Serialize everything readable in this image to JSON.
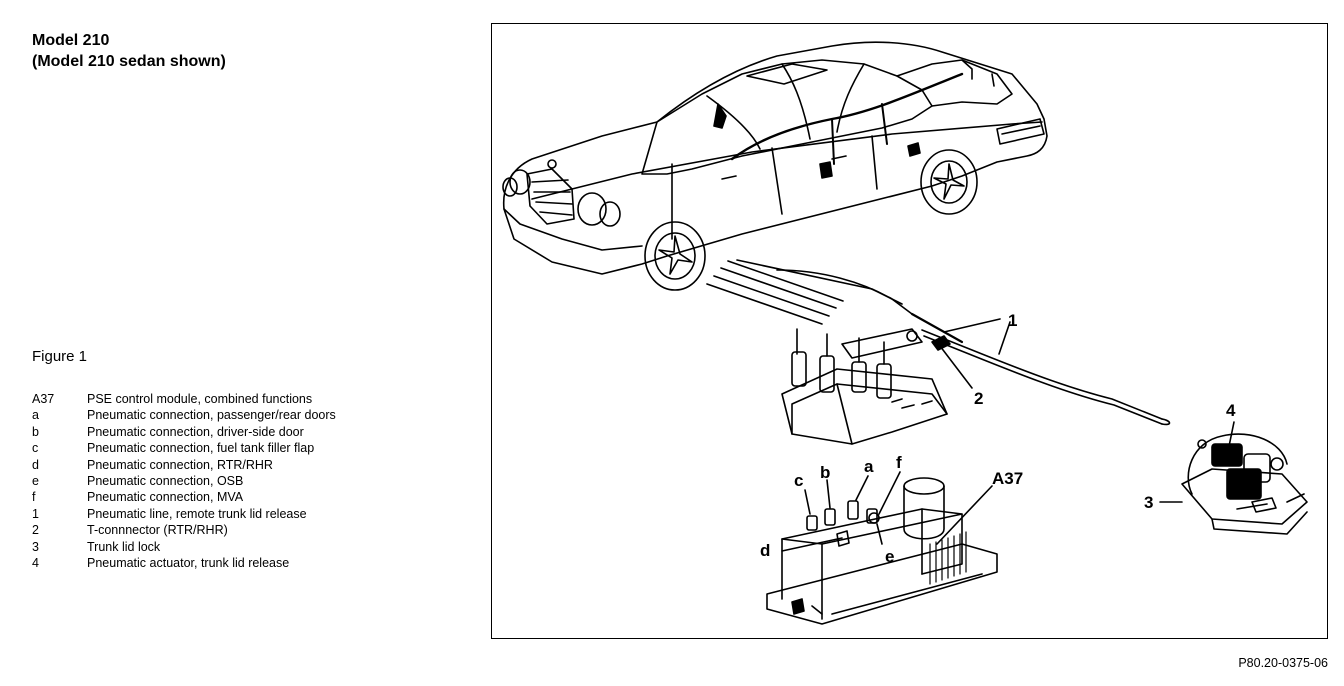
{
  "header": {
    "line1": "Model 210",
    "line2": "(Model 210 sedan shown)"
  },
  "figure_title": "Figure 1",
  "legend": [
    {
      "key": "A37",
      "text": "PSE control module, combined functions"
    },
    {
      "key": "a",
      "text": "Pneumatic connection, passenger/rear doors"
    },
    {
      "key": "b",
      "text": "Pneumatic connection, driver-side door"
    },
    {
      "key": "c",
      "text": "Pneumatic connection, fuel tank filler flap"
    },
    {
      "key": "d",
      "text": "Pneumatic connection, RTR/RHR"
    },
    {
      "key": "e",
      "text": "Pneumatic connection, OSB"
    },
    {
      "key": "f",
      "text": "Pneumatic connection, MVA"
    },
    {
      "key": "1",
      "text": "Pneumatic line, remote trunk lid release"
    },
    {
      "key": "2",
      "text": "T-connnector (RTR/RHR)"
    },
    {
      "key": "3",
      "text": "Trunk lid lock"
    },
    {
      "key": "4",
      "text": "Pneumatic actuator, trunk lid release"
    }
  ],
  "diagram_labels": {
    "l1": "1",
    "l2": "2",
    "l3": "3",
    "l4": "4",
    "la": "a",
    "lb": "b",
    "lc": "c",
    "ld": "d",
    "le": "e",
    "lf": "f",
    "lA37": "A37"
  },
  "reference": "P80.20-0375-06"
}
